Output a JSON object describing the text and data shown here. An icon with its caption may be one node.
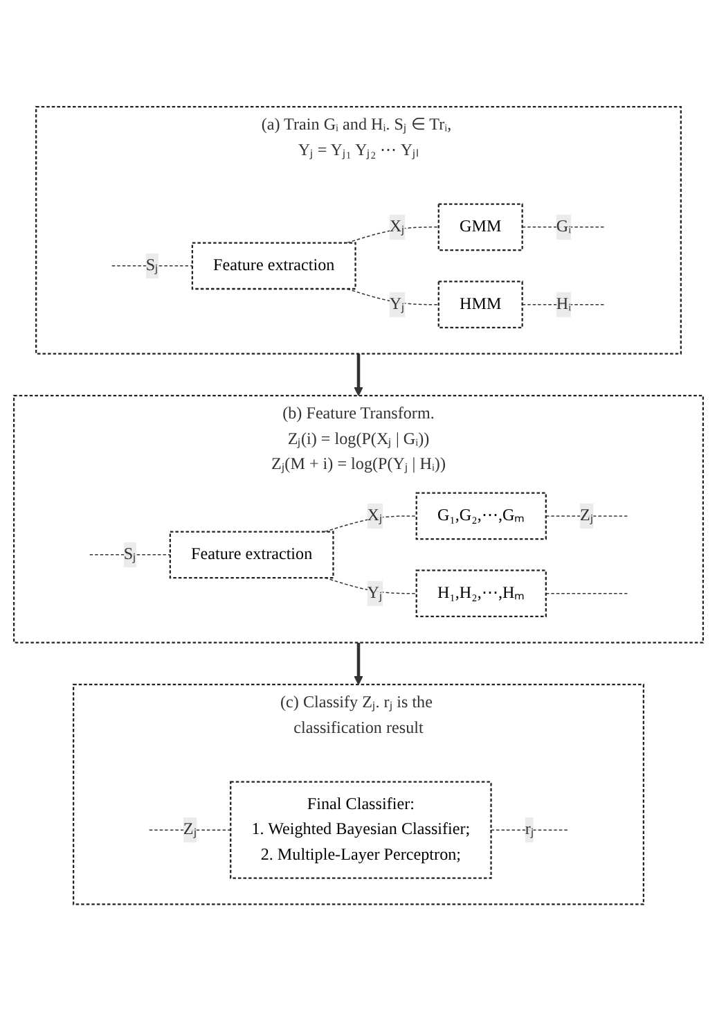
{
  "diagram": {
    "nodes": [
      {
        "text": [
          "(a) Train Gᵢ and Hᵢ. Sⱼ ∈ Trᵢ, Yⱼ = Yⱼ₁ Yⱼ₂ ⋯ Yⱼₗ"
        ]
      },
      {
        "text": [
          "Feature extraction"
        ],
        "in": 0
      },
      {
        "text": [
          "GMM"
        ],
        "in": 0
      },
      {
        "text": [
          "HMM"
        ],
        "in": 0
      },
      {
        "text": [
          "(b) Feature Transform.",
          "Zⱼ(i) = log(P(Xⱼ | Gᵢ))",
          "Zⱼ(M + i) = log(P(Yⱼ | Hᵢ))"
        ]
      },
      {
        "text": [
          "Feature extraction"
        ],
        "in": 4
      },
      {
        "text": [
          "G₁,G₂,⋯,Gₘ"
        ],
        "in": 4
      },
      {
        "text": [
          "H₁,H₂,⋯,Hₘ"
        ],
        "in": 4
      },
      {
        "text": [
          "(c) Classify Zⱼ. rⱼ is the classification result"
        ]
      },
      {
        "text": [
          "Final Classifier:",
          "1. Weighted Bayesian Classifier;",
          "2. Multiple-Layer Perceptron;"
        ],
        "in": 8
      }
    ],
    "edges": [
      {
        "from": null,
        "to": 1,
        "arrow": "none",
        "label": "Sⱼ",
        "style": "dashed"
      },
      {
        "from": 1,
        "to": 2,
        "arrow": "none",
        "label": "Xⱼ",
        "style": "dashed"
      },
      {
        "from": 1,
        "to": 3,
        "arrow": "none",
        "label": "Yⱼ",
        "style": "dashed"
      },
      {
        "from": 2,
        "to": null,
        "arrow": "none",
        "label": "Gᵢ",
        "style": "dashed"
      },
      {
        "from": 3,
        "to": null,
        "arrow": "none",
        "label": "Hᵢ",
        "style": "dashed"
      },
      {
        "from": 0,
        "to": 4,
        "arrow": "to",
        "style": "thick"
      },
      {
        "from": null,
        "to": 5,
        "arrow": "none",
        "label": "Sⱼ",
        "style": "dashed"
      },
      {
        "from": 5,
        "to": 6,
        "arrow": "none",
        "label": "Xⱼ",
        "style": "dashed"
      },
      {
        "from": 5,
        "to": 7,
        "arrow": "none",
        "label": "Yⱼ",
        "style": "dashed"
      },
      {
        "from": 6,
        "to": null,
        "arrow": "none",
        "label": "Zⱼ",
        "style": "dashed"
      },
      {
        "from": 7,
        "to": null,
        "arrow": "none",
        "style": "dashed"
      },
      {
        "from": 4,
        "to": 8,
        "arrow": "to",
        "style": "thick"
      },
      {
        "from": null,
        "to": 9,
        "arrow": "none",
        "label": "Zⱼ",
        "style": "dashed"
      },
      {
        "from": 9,
        "to": null,
        "arrow": "none",
        "label": "rⱼ",
        "style": "dashed"
      }
    ]
  }
}
